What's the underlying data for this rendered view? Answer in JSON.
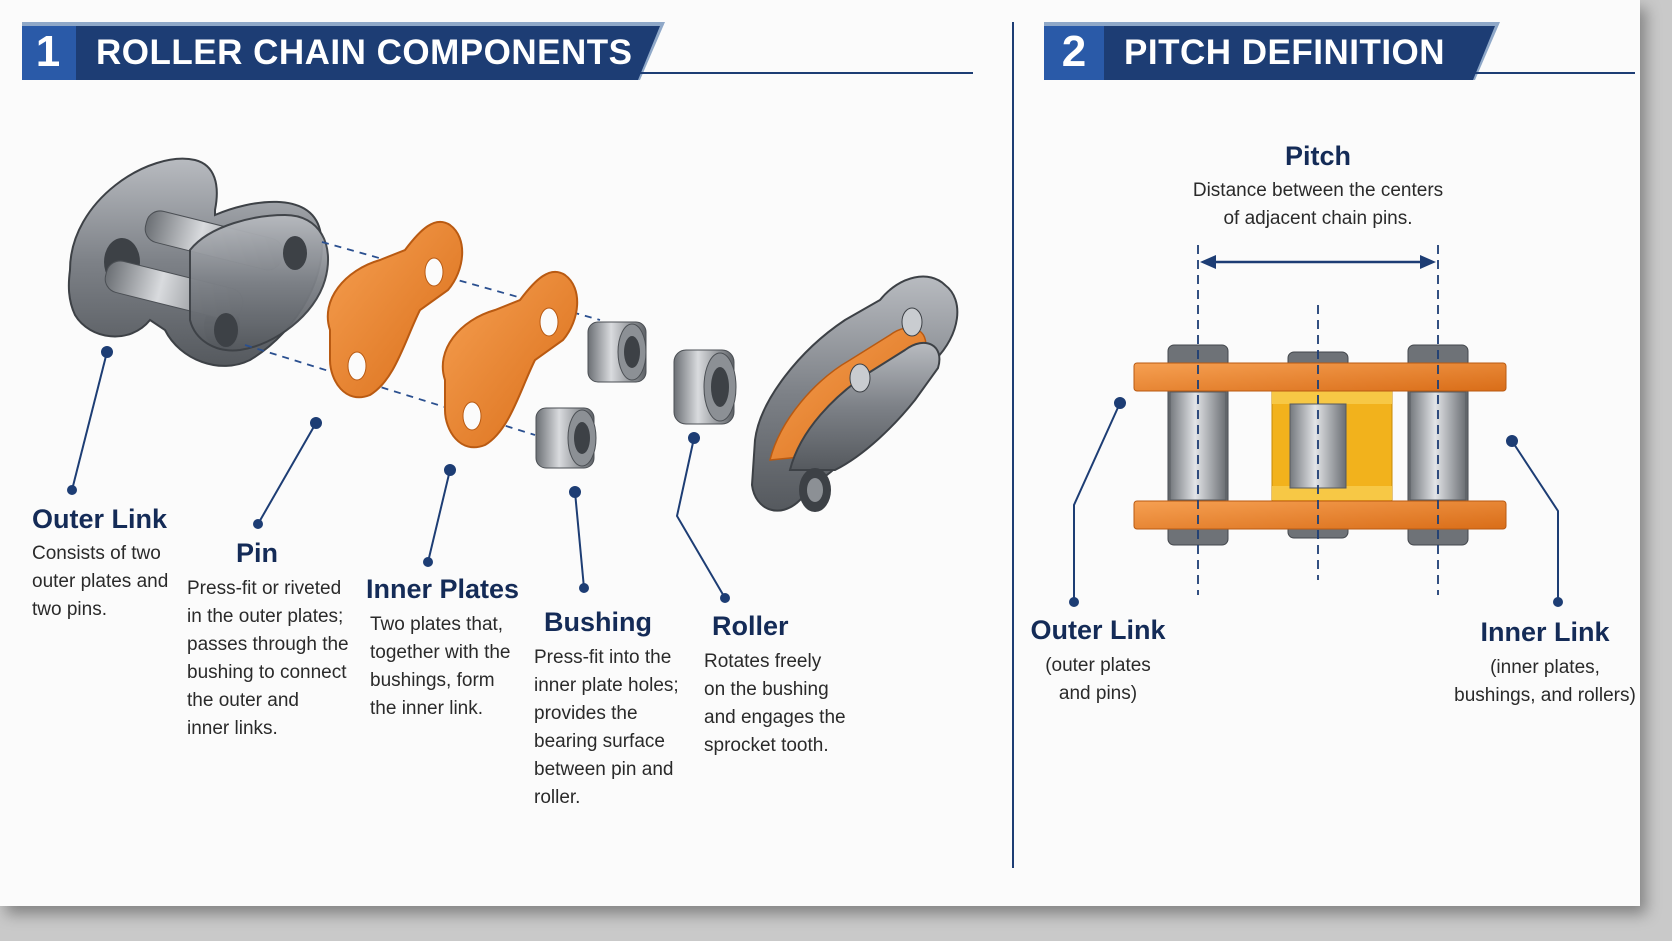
{
  "sections": [
    {
      "number": "1",
      "title": "ROLLER CHAIN COMPONENTS"
    },
    {
      "number": "2",
      "title": "PITCH DEFINITION"
    }
  ],
  "components": [
    {
      "name": "Outer Link",
      "description": [
        "Consists of two",
        "outer plates and",
        "two pins."
      ]
    },
    {
      "name": "Pin",
      "description": [
        "Press-fit or riveted",
        "in the outer plates;",
        "passes through the",
        "bushing to connect",
        "the outer and",
        "inner links."
      ]
    },
    {
      "name": "Inner Plates",
      "description": [
        "Two plates that,",
        "together with the",
        "bushings, form",
        "the inner link."
      ]
    },
    {
      "name": "Bushing",
      "description": [
        "Press-fit into the",
        "inner plate holes;",
        "provides the",
        "bearing surface",
        "between pin and",
        "roller."
      ]
    },
    {
      "name": "Roller",
      "description": [
        "Rotates freely",
        "on the bushing",
        "and engages the",
        "sprocket tooth."
      ]
    }
  ],
  "pitch": {
    "title": "Pitch",
    "description": [
      "Distance between the centers",
      "of adjacent chain pins."
    ],
    "outer_link": {
      "name": "Outer Link",
      "description": [
        "(outer plates",
        "and pins)"
      ]
    },
    "inner_link": {
      "name": "Inner Link",
      "description": [
        "(inner plates,",
        "bushings, and rollers)"
      ]
    }
  },
  "colors": {
    "navy": "#1d3d74",
    "orange": "#f08a2c",
    "gold": "#f2b21c",
    "steel": "#8e9196",
    "background": "#fbfbfb"
  }
}
